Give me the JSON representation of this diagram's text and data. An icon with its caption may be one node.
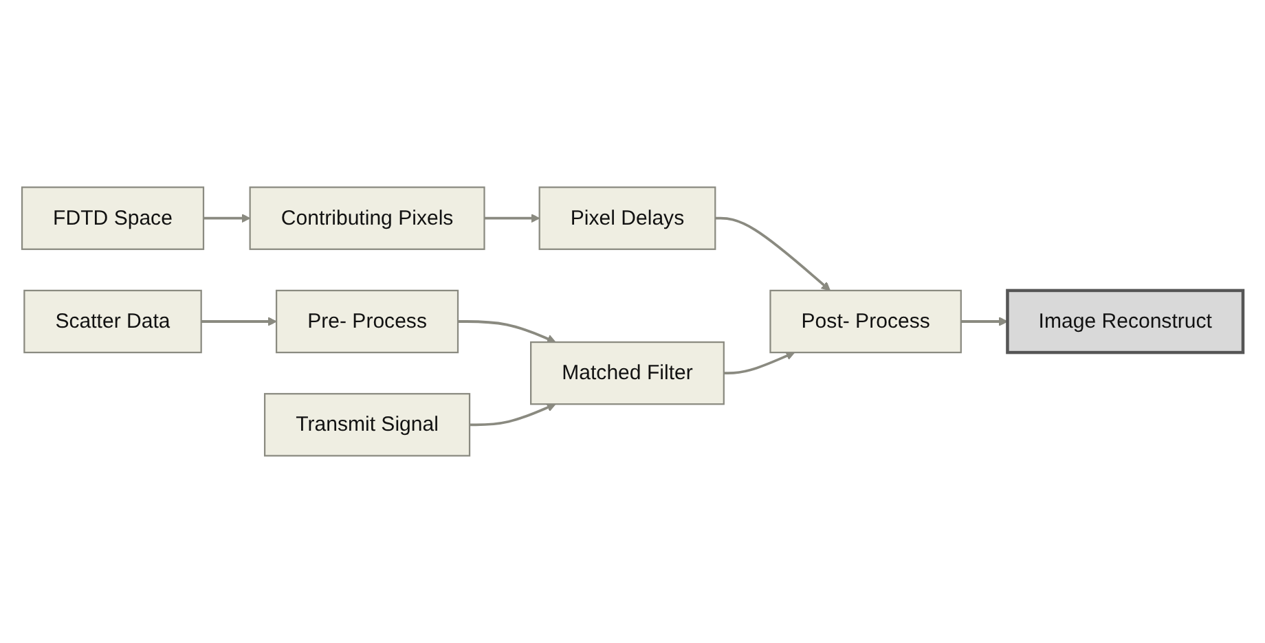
{
  "diagram": {
    "nodes": [
      {
        "text": [
          "FDTD Space"
        ]
      },
      {
        "text": [
          "Contributing Pixels"
        ]
      },
      {
        "text": [
          "Pixel Delays"
        ]
      },
      {
        "text": [
          "Scatter Data"
        ]
      },
      {
        "text": [
          "Pre- Process"
        ]
      },
      {
        "text": [
          "Matched Filter"
        ]
      },
      {
        "text": [
          "Post- Process"
        ]
      },
      {
        "text": [
          "Transmit Signal"
        ]
      },
      {
        "text": [
          "Image Reconstruct"
        ]
      }
    ],
    "edges": [
      {
        "from": 0,
        "to": 1,
        "arrow": "to"
      },
      {
        "from": 1,
        "to": 2,
        "arrow": "to"
      },
      {
        "from": 2,
        "to": 6,
        "arrow": "to"
      },
      {
        "from": 3,
        "to": 4,
        "arrow": "to"
      },
      {
        "from": 4,
        "to": 5,
        "arrow": "to"
      },
      {
        "from": 5,
        "to": 6,
        "arrow": "to"
      },
      {
        "from": 7,
        "to": 5,
        "arrow": "to"
      },
      {
        "from": 6,
        "to": 8,
        "arrow": "to"
      }
    ]
  }
}
